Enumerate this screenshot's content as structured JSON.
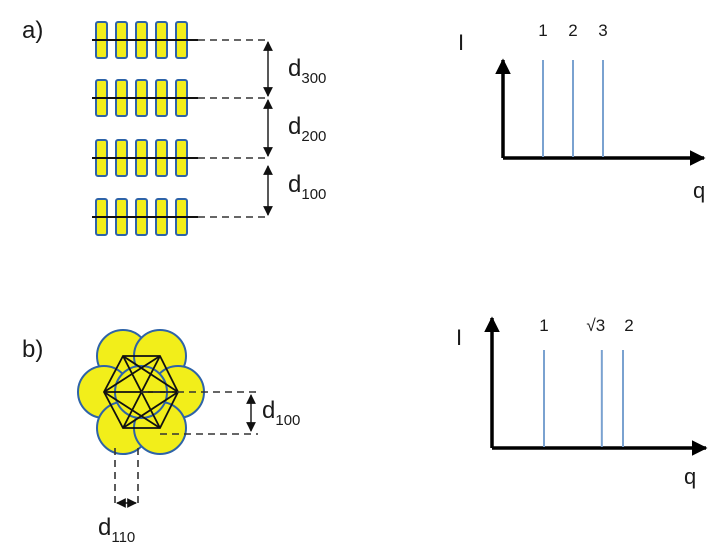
{
  "panel_a": {
    "label": "a)",
    "spacing_labels": [
      {
        "base": "d",
        "sub": "300"
      },
      {
        "base": "d",
        "sub": "200"
      },
      {
        "base": "d",
        "sub": "100"
      }
    ],
    "graph": {
      "y_label": "I",
      "x_label": "q",
      "peaks": [
        {
          "label": "1",
          "q": 1.0
        },
        {
          "label": "2",
          "q": 2.0
        },
        {
          "label": "3",
          "q": 3.0
        }
      ]
    }
  },
  "panel_b": {
    "label": "b)",
    "spacing_labels": [
      {
        "base": "d",
        "sub": "100"
      },
      {
        "base": "d",
        "sub": "110"
      }
    ],
    "graph": {
      "y_label": "I",
      "x_label": "q",
      "peaks": [
        {
          "label": "1",
          "q": 1.0
        },
        {
          "label": "√3",
          "q": 1.732
        },
        {
          "label": "2",
          "q": 2.0
        }
      ]
    }
  },
  "colors": {
    "rod_fill": "#f2ee1a",
    "rod_stroke": "#2e63a8",
    "peak_line": "#7aa2d0"
  }
}
